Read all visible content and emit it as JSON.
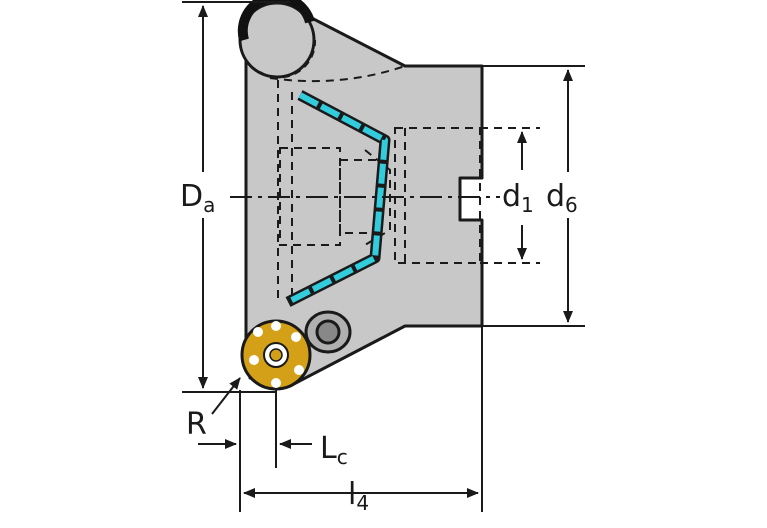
{
  "diagram": {
    "labels": {
      "Da": {
        "main": "D",
        "sub": "a"
      },
      "d1": {
        "main": "d",
        "sub": "1"
      },
      "d6": {
        "main": "d",
        "sub": "6"
      },
      "R": {
        "main": "R"
      },
      "Lc": {
        "main": "L",
        "sub": "c"
      },
      "l4": {
        "main": "l",
        "sub": "4"
      }
    },
    "colors": {
      "body": "#c8c8c8",
      "outline": "#1a1a1a",
      "coolant": "#33ccdd",
      "insert": "#d4a017",
      "insert_holes": "#ffffff"
    }
  }
}
